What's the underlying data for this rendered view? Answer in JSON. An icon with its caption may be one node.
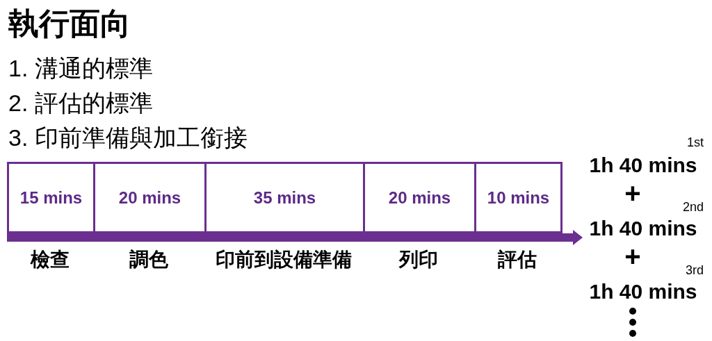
{
  "diagram": {
    "title": "執行面向",
    "nodes": [
      {
        "text": [
          "15 mins"
        ],
        "beside": [
          "檢查"
        ]
      },
      {
        "text": [
          "20 mins"
        ],
        "beside": [
          "調色"
        ]
      },
      {
        "text": [
          "35 mins"
        ],
        "beside": [
          "印前到設備準備"
        ]
      },
      {
        "text": [
          "20 mins"
        ],
        "beside": [
          "列印"
        ]
      },
      {
        "text": [
          "10 mins"
        ],
        "beside": [
          "評估"
        ]
      }
    ],
    "edges": [],
    "labels": [
      "1. 溝通的標準",
      "2. 評估的標準",
      "3. 印前準備與加工銜接",
      "1st",
      "1h 40 mins",
      "+",
      "2nd",
      "1h 40 mins",
      "+",
      "3rd",
      "1h 40 mins"
    ]
  }
}
